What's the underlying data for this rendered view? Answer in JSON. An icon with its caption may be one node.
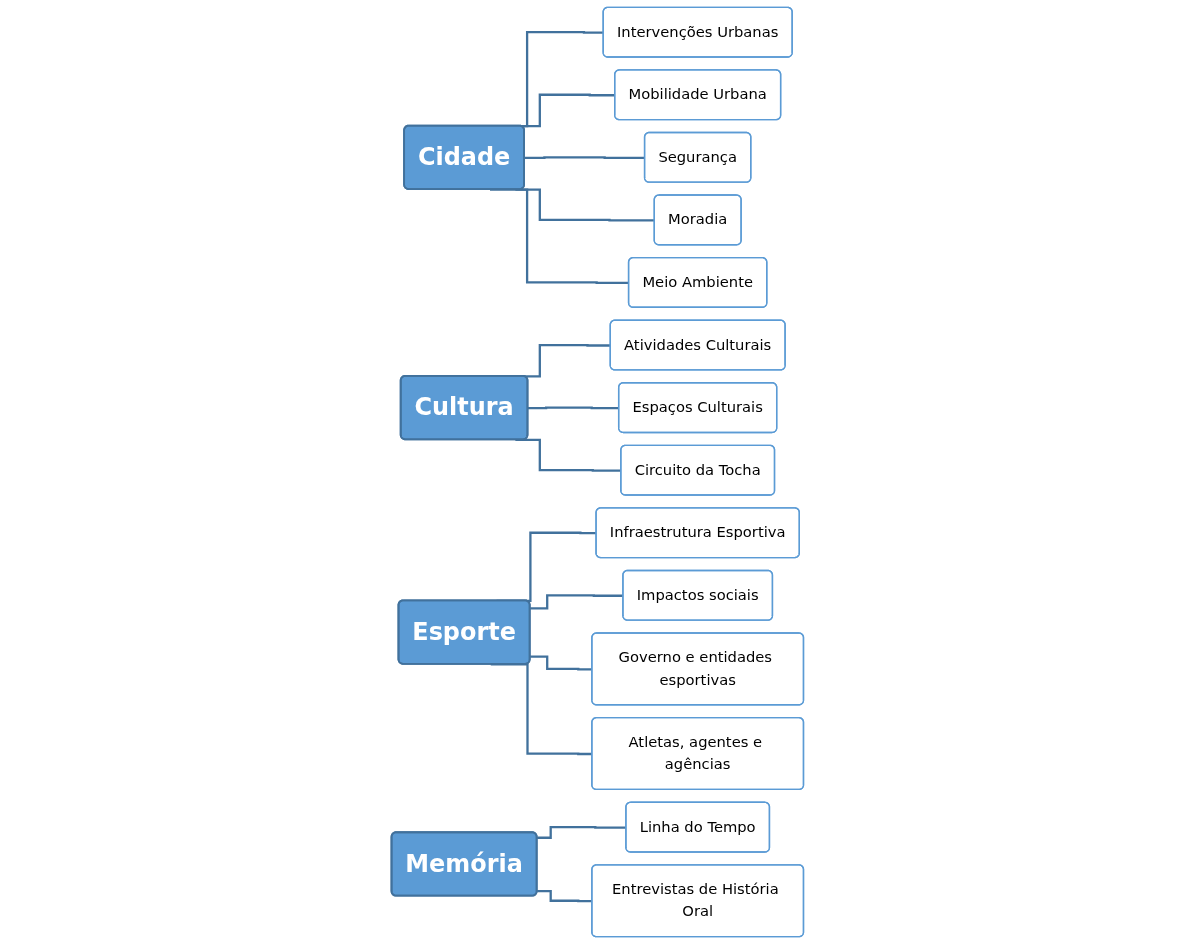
{
  "diagram": {
    "nodes": [
      {
        "text": [
          "Cidade"
        ]
      },
      {
        "text": [
          "Intervenções Urbanas"
        ]
      },
      {
        "text": [
          "Mobilidade Urbana"
        ]
      },
      {
        "text": [
          "Segurança"
        ]
      },
      {
        "text": [
          "Moradia"
        ]
      },
      {
        "text": [
          "Meio Ambiente"
        ]
      },
      {
        "text": [
          "Cultura"
        ]
      },
      {
        "text": [
          "Atividades Culturais"
        ]
      },
      {
        "text": [
          "Espaços Culturais"
        ]
      },
      {
        "text": [
          "Circuito da Tocha"
        ]
      },
      {
        "text": [
          "Esporte"
        ]
      },
      {
        "text": [
          "Infraestrutura Esportiva"
        ]
      },
      {
        "text": [
          "Impactos sociais"
        ]
      },
      {
        "text": [
          "Governo e entidades esportivas"
        ]
      },
      {
        "text": [
          "Atletas, agentes e agências"
        ]
      },
      {
        "text": [
          "Memória"
        ]
      },
      {
        "text": [
          "Linha do Tempo"
        ]
      },
      {
        "text": [
          "Entrevistas de História Oral"
        ]
      }
    ],
    "edges": [
      {
        "from": 0,
        "to": 1,
        "arrow": "none"
      },
      {
        "from": 0,
        "to": 2,
        "arrow": "none"
      },
      {
        "from": 0,
        "to": 3,
        "arrow": "none"
      },
      {
        "from": 0,
        "to": 4,
        "arrow": "none"
      },
      {
        "from": 0,
        "to": 5,
        "arrow": "none"
      },
      {
        "from": 6,
        "to": 7,
        "arrow": "none"
      },
      {
        "from": 6,
        "to": 8,
        "arrow": "none"
      },
      {
        "from": 6,
        "to": 9,
        "arrow": "none"
      },
      {
        "from": 10,
        "to": 11,
        "arrow": "none"
      },
      {
        "from": 10,
        "to": 12,
        "arrow": "none"
      },
      {
        "from": 10,
        "to": 13,
        "arrow": "none"
      },
      {
        "from": 10,
        "to": 14,
        "arrow": "none"
      },
      {
        "from": 15,
        "to": 16,
        "arrow": "none"
      },
      {
        "from": 15,
        "to": 17,
        "arrow": "none"
      }
    ]
  }
}
